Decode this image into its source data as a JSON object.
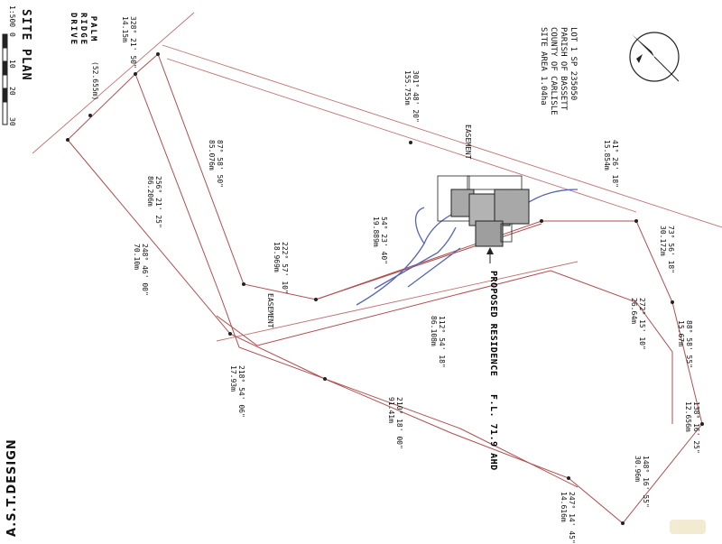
{
  "title_block": {
    "lot": "LOT 1 SP 235050",
    "parish": "PARISH OF BASSETT",
    "county": "COUNTY OF CARLISLE",
    "area": "SITE AREA 1.04ha"
  },
  "scale_bar": {
    "title": "SITE PLAN",
    "scale": "1:500",
    "ticks": [
      "0",
      "10",
      "20",
      "30"
    ]
  },
  "road_name": [
    "PALM",
    "RIDGE",
    "DRIVE"
  ],
  "proposed": {
    "label": "PROPOSED RESIDENCE",
    "level": "F.L. 71.9 AHD"
  },
  "easement_labels": [
    "EASEMENT",
    "EASEMENT"
  ],
  "bearings": [
    {
      "bearing": "328° 21' 50\"",
      "distance": "14.15m"
    },
    {
      "bearing": "(52.655m)",
      "distance": ""
    },
    {
      "bearing": "301° 48' 20\"",
      "distance": "155.755m"
    },
    {
      "bearing": "41° 26' 18\"",
      "distance": "15.854m"
    },
    {
      "bearing": "87° 58' 50\"",
      "distance": "85.076m"
    },
    {
      "bearing": "256° 21' 25\"",
      "distance": "86.206m"
    },
    {
      "bearing": "248° 46' 00\"",
      "distance": "70.10m"
    },
    {
      "bearing": "54° 23' 40\"",
      "distance": "19.889m"
    },
    {
      "bearing": "222° 57' 10\"",
      "distance": "18.969m"
    },
    {
      "bearing": "73° 56' 18\"",
      "distance": "30.172m"
    },
    {
      "bearing": "112° 54' 18\"",
      "distance": "86.108m"
    },
    {
      "bearing": "272° 15' 10\"",
      "distance": "26.64m"
    },
    {
      "bearing": "88° 58' 55\"",
      "distance": "15.67m"
    },
    {
      "bearing": "218° 54' 06\"",
      "distance": "17.93m"
    },
    {
      "bearing": "210° 18' 00\"",
      "distance": "91.41m"
    },
    {
      "bearing": "138° 16' 25\"",
      "distance": "12.656m"
    },
    {
      "bearing": "148° 16' 55\"",
      "distance": "30.96m"
    },
    {
      "bearing": "247° 14' 45\"",
      "distance": "14.616m"
    }
  ],
  "logo": "A.S.T.DESIGN",
  "colors": {
    "boundary": "#b05050",
    "line": "#222222",
    "path": "#5060b0",
    "house": "#a8a8a8"
  }
}
